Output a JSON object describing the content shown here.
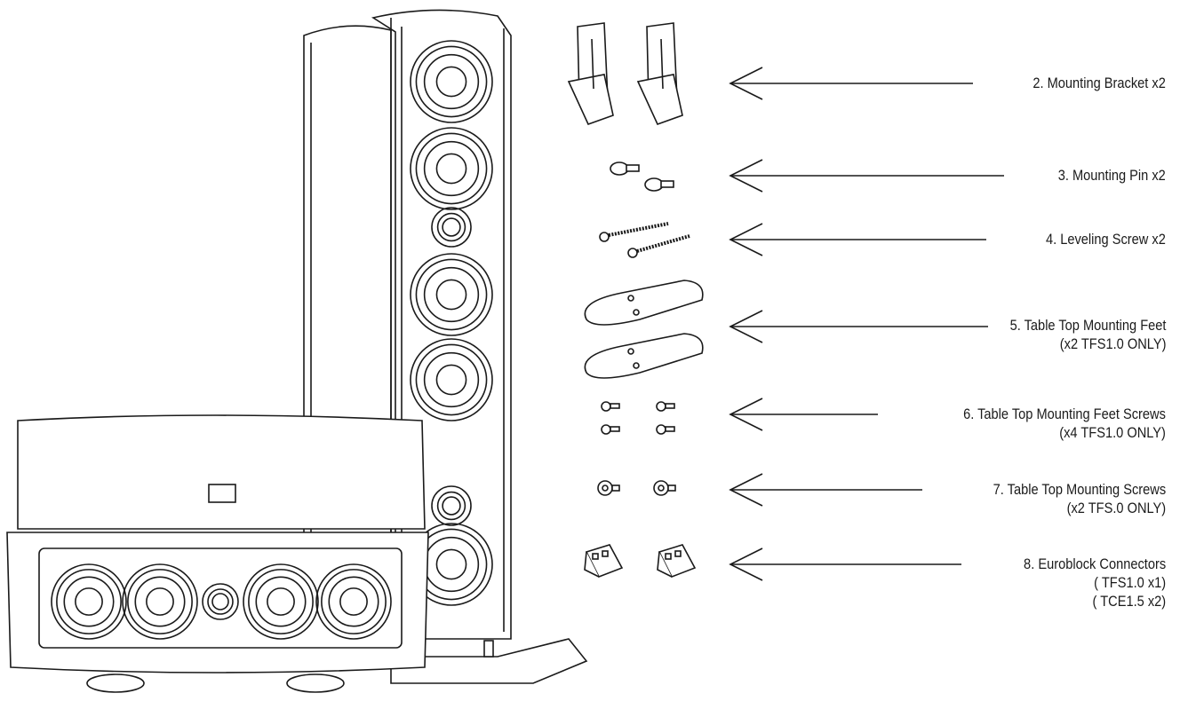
{
  "parts": [
    {
      "id": "mounting-bracket",
      "lines": [
        "2. Mounting Bracket x2"
      ]
    },
    {
      "id": "mounting-pin",
      "lines": [
        "3. Mounting Pin x2"
      ]
    },
    {
      "id": "leveling-screw",
      "lines": [
        "4. Leveling Screw x2"
      ]
    },
    {
      "id": "table-top-feet",
      "lines": [
        "5. Table Top Mounting Feet",
        "(x2 TFS1.0 ONLY)"
      ]
    },
    {
      "id": "feet-screws",
      "lines": [
        "6. Table Top Mounting Feet Screws",
        "(x4 TFS1.0 ONLY)"
      ]
    },
    {
      "id": "mounting-screws",
      "lines": [
        "7. Table Top Mounting Screws",
        "(x2 TFS.0 ONLY)"
      ]
    },
    {
      "id": "euroblock",
      "lines": [
        "8. Euroblock Connectors",
        "( TFS1.0 x1)",
        "( TCE1.5 x2)"
      ]
    }
  ]
}
